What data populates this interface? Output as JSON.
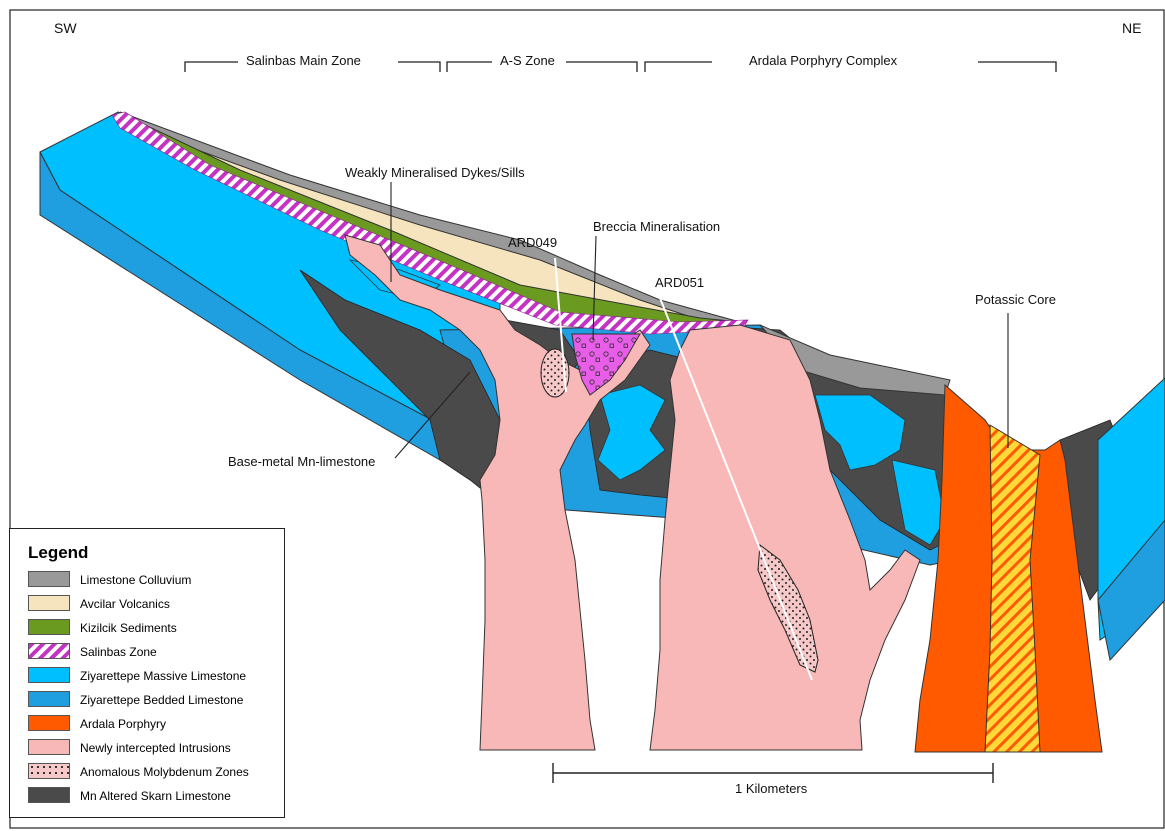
{
  "directions": {
    "left": "SW",
    "right": "NE"
  },
  "zones": [
    {
      "label": "Salinbas Main Zone"
    },
    {
      "label": "A-S Zone"
    },
    {
      "label": "Ardala Porphyry Complex"
    }
  ],
  "callouts": {
    "dykes": "Weakly Mineralised Dykes/Sills",
    "breccia": "Breccia Mineralisation",
    "ard049": "ARD049",
    "ard051": "ARD051",
    "potassic": "Potassic Core",
    "base_metal": "Base-metal Mn-limestone"
  },
  "scale": {
    "label": "1 Kilometers"
  },
  "legend": {
    "title": "Legend",
    "items": [
      {
        "label": "Limestone Colluvium",
        "color": "#999999",
        "pattern": "solid"
      },
      {
        "label": "Avcilar Volcanics",
        "color": "#f6e4bf",
        "pattern": "solid"
      },
      {
        "label": "Kizilcik Sediments",
        "color": "#6a9a1f",
        "pattern": "solid"
      },
      {
        "label": "Salinbas Zone",
        "color": "#c433c4",
        "pattern": "hatch-magenta"
      },
      {
        "label": "Ziyarettepe Massive Limestone",
        "color": "#00bfff",
        "pattern": "solid"
      },
      {
        "label": "Ziyarettepe Bedded Limestone",
        "color": "#1f9ee0",
        "pattern": "solid"
      },
      {
        "label": "Ardala Porphyry",
        "color": "#ff5a00",
        "pattern": "solid"
      },
      {
        "label": "Newly intercepted Intrusions",
        "color": "#f8b8b8",
        "pattern": "solid"
      },
      {
        "label": "Anomalous Molybdenum Zones",
        "color": "#f6c8c8",
        "pattern": "dots"
      },
      {
        "label": "Mn Altered Skarn Limestone",
        "color": "#4a4a4a",
        "pattern": "solid"
      }
    ]
  }
}
